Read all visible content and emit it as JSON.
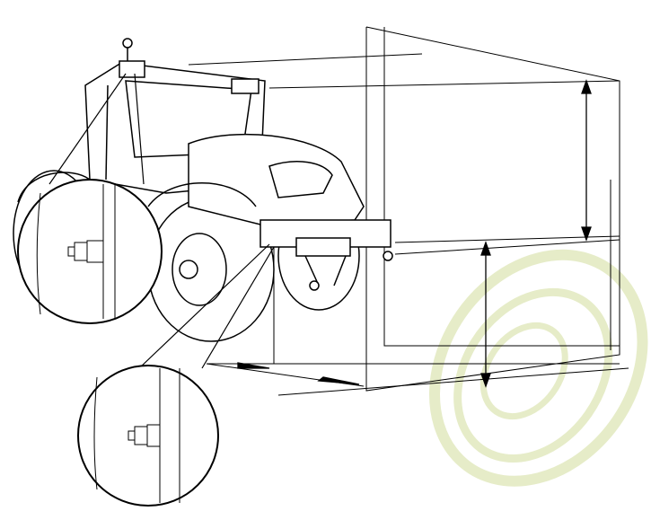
{
  "diagram": {
    "subject": "tractor-front-hitch-clearance",
    "colors": {
      "line": "#000000",
      "background": "#ffffff",
      "watermark": "#e6ecc8",
      "watermark_dark": "#d8e2b0"
    },
    "callouts": 2,
    "dimension_arrows": 3
  }
}
